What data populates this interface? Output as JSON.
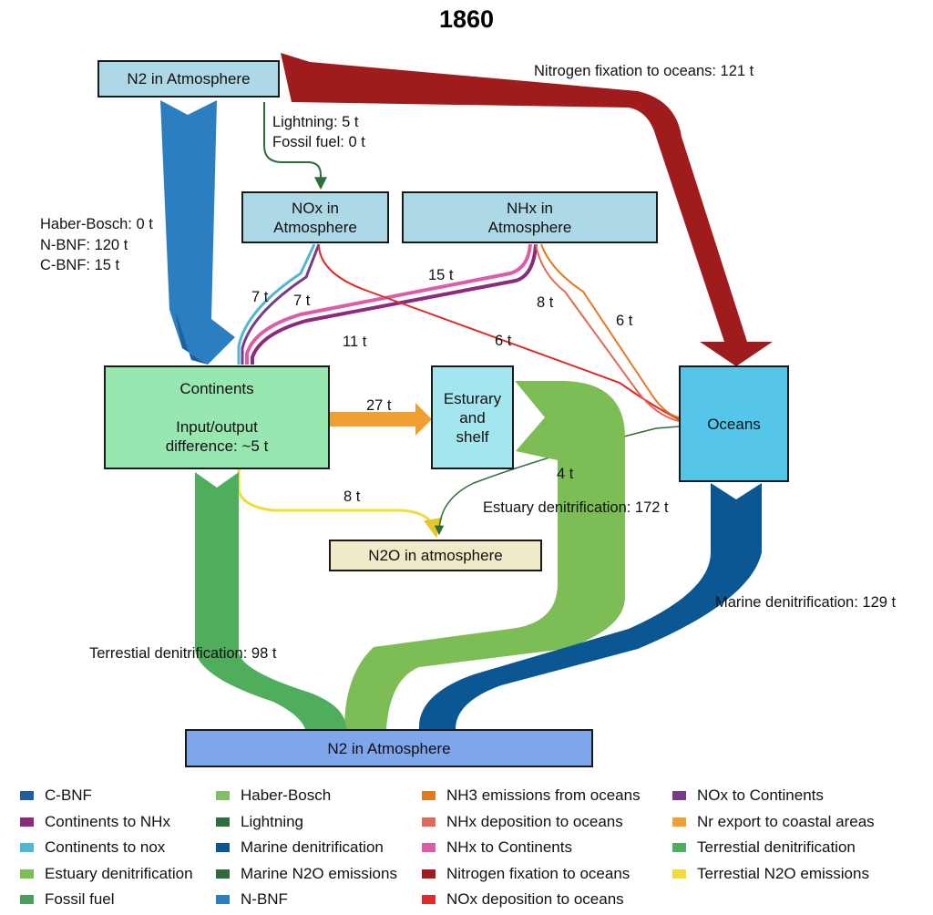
{
  "title": "1860",
  "nodes": {
    "n2_top": "N2 in Atmosphere",
    "nox_atm": "NOx in\nAtmosphere",
    "nhx_atm": "NHx in\nAtmosphere",
    "continents": "Continents\n\nInput/output\ndifference: ~5 t",
    "estuary": "Esturary\nand\nshelf",
    "oceans": "Oceans",
    "n2o_atm": "N2O in atmosphere",
    "n2_bottom": "N2 in Atmosphere"
  },
  "flow_labels": {
    "nitrogen_fixation_oceans": "Nitrogen fixation to oceans: 121 t",
    "lightning": "Lightning: 5 t",
    "fossil_fuel": "Fossil fuel: 0 t",
    "haber_bosch": "Haber-Bosch: 0 t",
    "n_bnf": "N-BNF: 120 t",
    "c_bnf": "C-BNF: 15 t",
    "nox_to_cont_a": "7 t",
    "nox_to_cont_b": "7 t",
    "nhx_to_cont": "15 t",
    "cont_to_nhx": "11 t",
    "nhx_dep_oceans": "8 t",
    "nh3_emis_oceans": "6 t",
    "nox_dep_oceans": "6 t",
    "nr_export": "27 t",
    "marine_n2o": "4 t",
    "terrestrial_n2o": "8 t",
    "estuary_denit": "Estuary denitrification: 172 t",
    "marine_denit": "Marine denitrification: 129 t",
    "terrestrial_denit": "Terrestial denitrification: 98 t"
  },
  "legend": [
    {
      "label": "C-BNF",
      "color": "#1f5fa0"
    },
    {
      "label": "Continents to NHx",
      "color": "#8c2a7d"
    },
    {
      "label": "Continents to nox",
      "color": "#4fb6d3"
    },
    {
      "label": "Estuary denitrification",
      "color": "#7dbd55"
    },
    {
      "label": "Fossil fuel",
      "color": "#4aa05a"
    },
    {
      "label": "Haber-Bosch",
      "color": "#7fc064"
    },
    {
      "label": "Lightning",
      "color": "#2d6e3a"
    },
    {
      "label": "Marine denitrification",
      "color": "#0b5793"
    },
    {
      "label": "Marine N2O emissions",
      "color": "#2f6b3d"
    },
    {
      "label": "N-BNF",
      "color": "#2b7fc0"
    },
    {
      "label": "NH3 emissions from oceans",
      "color": "#e07a22"
    },
    {
      "label": "NHx deposition to oceans",
      "color": "#e06a55"
    },
    {
      "label": "NHx to Continents",
      "color": "#df5ba8"
    },
    {
      "label": "Nitrogen fixation to oceans",
      "color": "#a01c1c"
    },
    {
      "label": "NOx deposition to oceans",
      "color": "#de2c2c"
    },
    {
      "label": "NOx to Continents",
      "color": "#7a3a8c"
    },
    {
      "label": "Nr export to coastal areas",
      "color": "#f0a030"
    },
    {
      "label": "Terrestial denitrification",
      "color": "#4fae5c"
    },
    {
      "label": "Terrestial N2O emissions",
      "color": "#f2dc3a"
    }
  ],
  "colors": {
    "n2_top_fill": "#add8e6",
    "atm_box_fill": "#add8e6",
    "continents_fill": "#98e6b0",
    "estuary_fill": "#a4e6f0",
    "oceans_fill": "#55c6ea",
    "n2o_fill": "#efeac8",
    "n2_bottom_fill": "#7fa5ea"
  }
}
